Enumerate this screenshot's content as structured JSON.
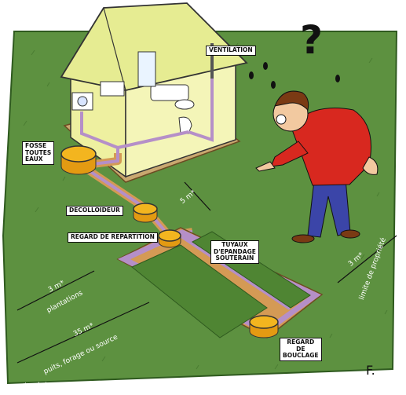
{
  "labels": {
    "ventilation": "VENTILATION",
    "fosse": [
      "FOSSE",
      "TOUTES",
      "EAUX"
    ],
    "decolloideur": "DECOLLOIDEUR",
    "regard_repartition": "REGARD DE REPARTITION",
    "tuyaux": [
      "TUYAUX",
      "D'EPANDAGE",
      "SOUTERAIN"
    ],
    "regard_bouclage": [
      "REGARD",
      "DE",
      "BOUCLAGE"
    ]
  },
  "dimensions": {
    "house_distance": "5 m*",
    "plantations_value": "3 m*",
    "plantations_label": "plantations",
    "puits_value": "35 m*",
    "puits_label": "puits, forage ou source",
    "propriete_value": "3 m*",
    "propriete_label": "limite de propriété"
  },
  "footnote": "* minimum conseillé",
  "signature": "F.",
  "question_mark": "?",
  "colors": {
    "grass": "#5d9140",
    "grass_dark": "#3f6f2a",
    "house_wall": "#eef0a0",
    "roof": "#e6ec92",
    "tank": "#f3b51f",
    "trench": "#d49a55",
    "pipe": "#b58fc8",
    "shirt": "#d8281f",
    "pants": "#3b45a8"
  }
}
